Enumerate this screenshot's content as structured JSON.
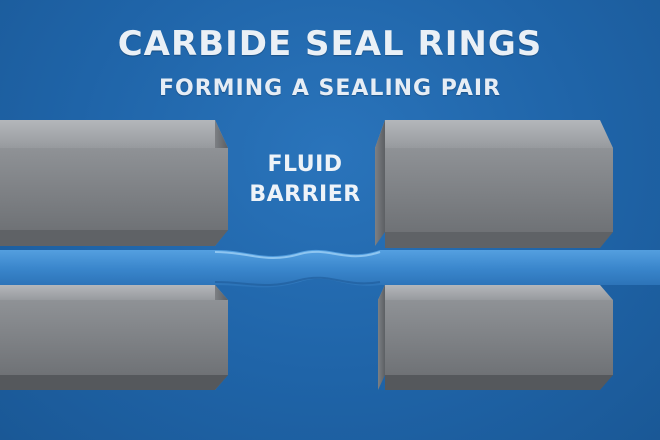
{
  "title": "CARBIDE SEAL RINGS",
  "subtitle": "FORMING A SEALING PAIR",
  "callout": {
    "line1": "FLUID",
    "line2": "BARRIER"
  },
  "colors": {
    "background": "#1f64a8",
    "ring_face": "#8a8d91",
    "ring_top": "#a9acb0",
    "fluid": "#3f8fd6",
    "text": "#eaf0f6"
  },
  "components": [
    "upper-left-seal-ring",
    "lower-left-seal-ring",
    "upper-right-seal-ring",
    "lower-right-seal-ring",
    "fluid-film"
  ]
}
